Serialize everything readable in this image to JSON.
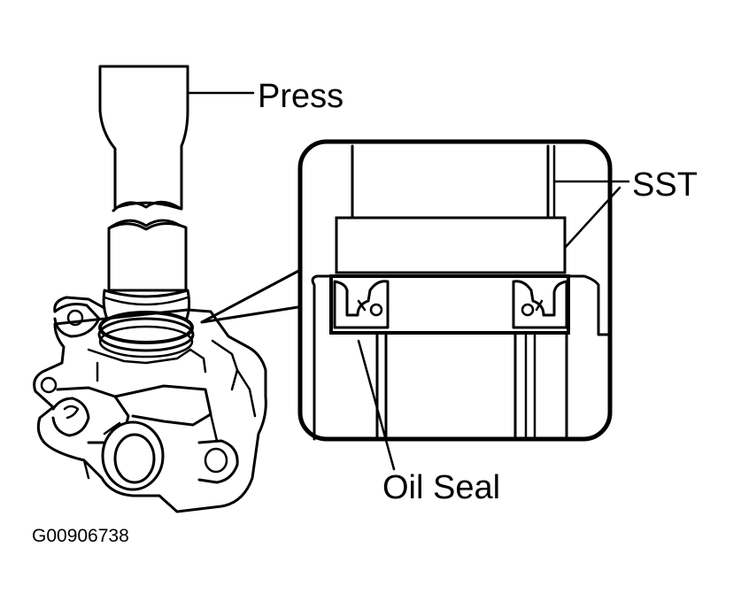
{
  "labels": {
    "press": "Press",
    "sst": "SST",
    "oil_seal": "Oil Seal",
    "figure_id": "G00906738"
  },
  "colors": {
    "ink": "#000000",
    "paper": "#ffffff"
  }
}
